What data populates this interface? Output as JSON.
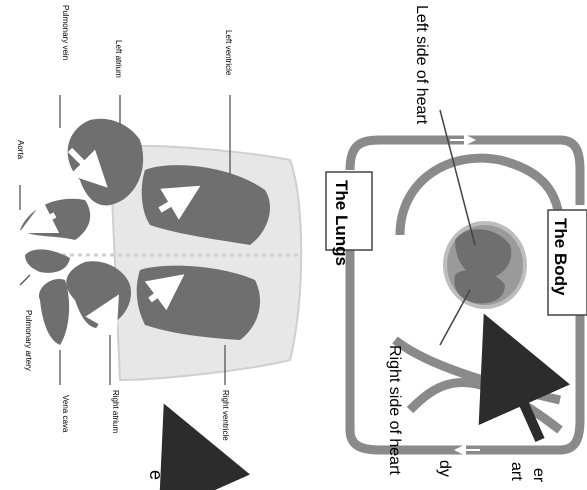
{
  "heart_diagram": {
    "labels": {
      "pulmonary_vein": "Pulmonary vein",
      "left_atrium": "Left atrium",
      "left_ventricle": "Left ventricle",
      "aorta": "Aorta",
      "pulmonary_artery": "Pulmonary artery",
      "vena_cava": "Vena cava",
      "right_atrium": "Right atrium",
      "right_ventricle": "Right ventricle"
    }
  },
  "circulation_diagram": {
    "lungs_label": "The Lungs",
    "body_label": "The Body",
    "left_side_label": "Left side of heart",
    "right_side_label": "Right side of heart"
  },
  "cropped_text": {
    "top_fragment": "e",
    "fragment_1": "dy",
    "fragment_2": "art",
    "fragment_3": "er"
  },
  "colors": {
    "chamber_gray": "#6f6f6f",
    "outline_gray": "#d2d2d2",
    "vessel_gray": "#8a8a8a",
    "text_dark": "#1a1a1a",
    "pointer_arrow": "#2c2c2c"
  }
}
